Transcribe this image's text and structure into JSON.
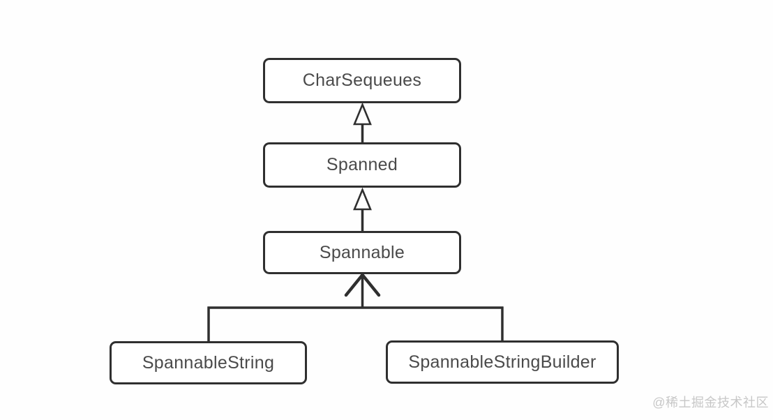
{
  "diagram": {
    "type": "class-inheritance-hierarchy",
    "nodes": [
      {
        "id": "charsequeues",
        "label": "CharSequeues"
      },
      {
        "id": "spanned",
        "label": "Spanned"
      },
      {
        "id": "spannable",
        "label": "Spannable"
      },
      {
        "id": "spannablestring",
        "label": "SpannableString"
      },
      {
        "id": "spannablestringbuilder",
        "label": "SpannableStringBuilder"
      }
    ],
    "edges": [
      {
        "from": "Spanned",
        "to": "CharSequeues",
        "arrow": "hollow-triangle-up"
      },
      {
        "from": "Spannable",
        "to": "Spanned",
        "arrow": "hollow-triangle-up"
      },
      {
        "from": "SpannableString",
        "to": "Spannable",
        "arrow": "open-chevron-up"
      },
      {
        "from": "SpannableStringBuilder",
        "to": "Spannable",
        "arrow": "open-chevron-up"
      }
    ]
  },
  "watermark": {
    "text": "@稀土掘金技术社区"
  },
  "colors": {
    "line": "#2f2f2f",
    "node_border": "#2f2f2f",
    "node_fill": "#ffffff",
    "label_text": "#4a4a4a",
    "watermark_text": "#c7c7c7",
    "background": "#fefefe"
  }
}
